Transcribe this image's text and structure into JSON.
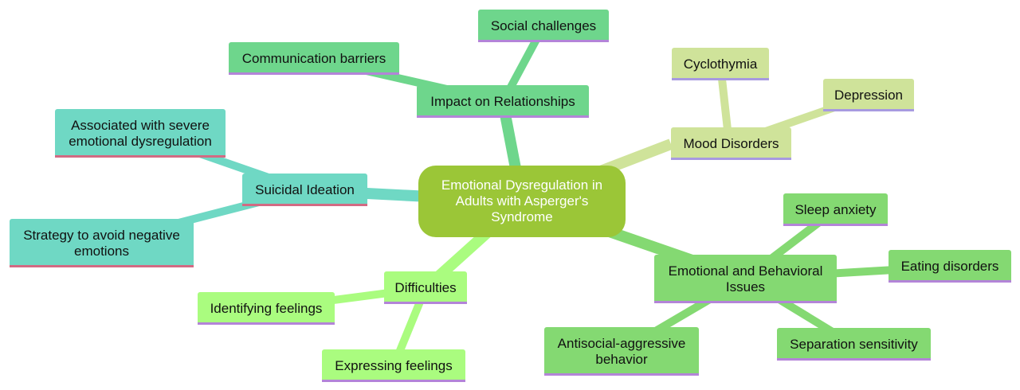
{
  "colors": {
    "root": "#9bc637",
    "impact": "#6ed68c",
    "mood": "#cfe39a",
    "issues": "#84d972",
    "difficulties": "#aafc7f",
    "suicidal": "#6fd8c4"
  },
  "root": {
    "label": "Emotional Dysregulation in Adults with Asperger's Syndrome"
  },
  "branches": {
    "impact": {
      "label": "Impact on Relationships",
      "children": [
        "Social challenges",
        "Communication barriers"
      ]
    },
    "mood": {
      "label": "Mood Disorders",
      "children": [
        "Cyclothymia",
        "Depression"
      ]
    },
    "issues": {
      "label": "Emotional and Behavioral Issues",
      "children": [
        "Sleep anxiety",
        "Eating disorders",
        "Separation sensitivity",
        "Antisocial-aggressive behavior"
      ]
    },
    "difficulties": {
      "label": "Difficulties",
      "children": [
        "Identifying feelings",
        "Expressing feelings"
      ]
    },
    "suicidal": {
      "label": "Suicidal Ideation",
      "children": [
        "Associated with severe emotional dysregulation",
        "Strategy to avoid negative emotions"
      ]
    }
  }
}
